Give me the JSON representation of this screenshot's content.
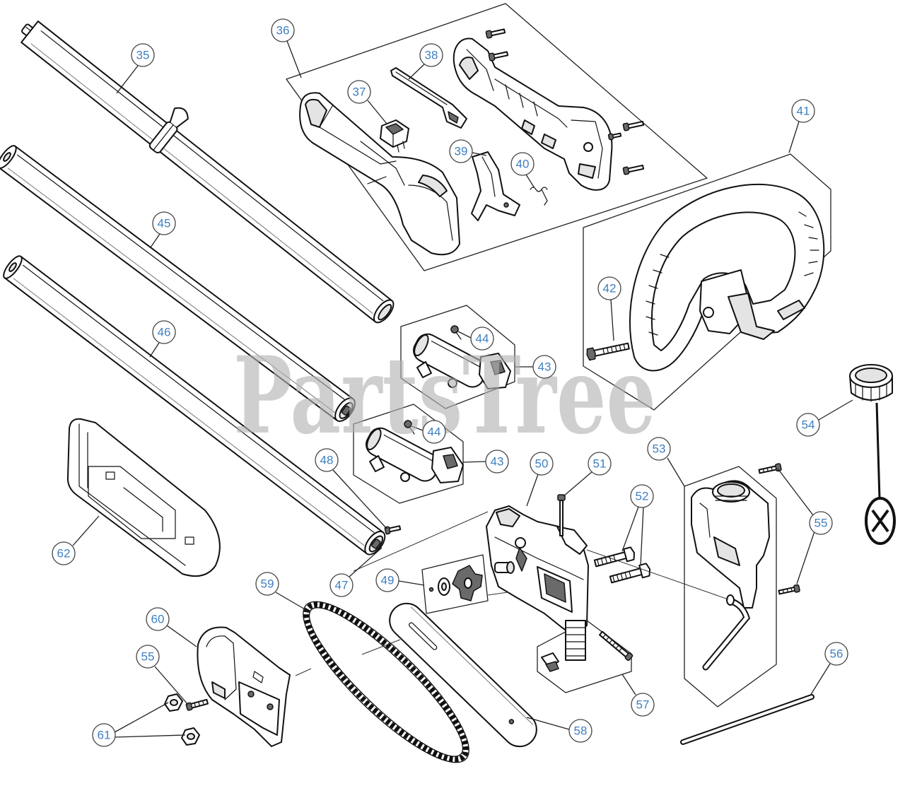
{
  "watermark": "PartsTree",
  "colors": {
    "callout_text": "#3f7fc0",
    "line": "#111111",
    "watermark": "#b3b3b3"
  },
  "callouts": [
    "35",
    "36",
    "37",
    "38",
    "39",
    "40",
    "41",
    "42",
    "43",
    "44",
    "43",
    "44",
    "45",
    "46",
    "47",
    "48",
    "49",
    "50",
    "51",
    "52",
    "53",
    "54",
    "55",
    "55",
    "56",
    "57",
    "58",
    "59",
    "60",
    "61",
    "62"
  ]
}
